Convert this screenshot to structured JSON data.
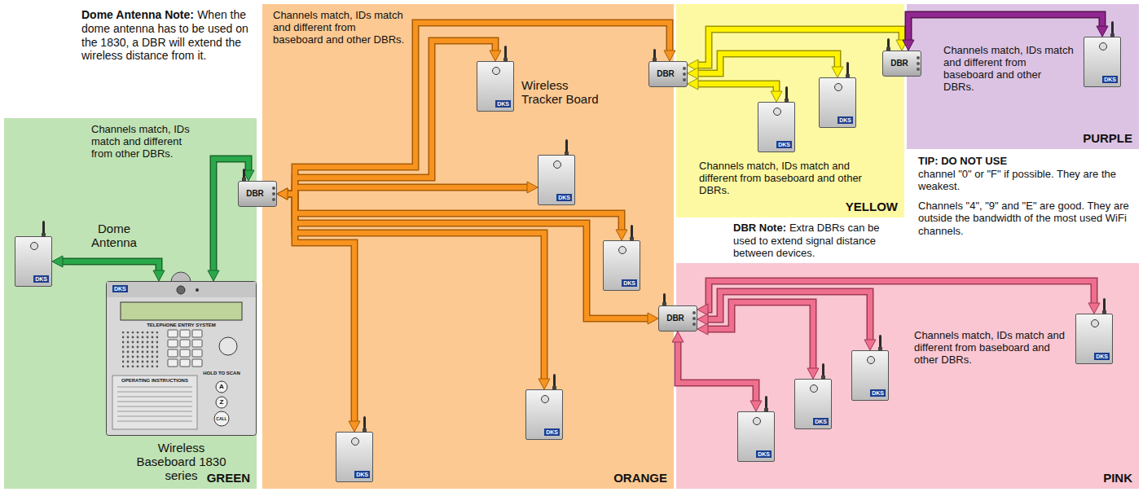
{
  "diagram": {
    "nodes": [
      {
        "text": [
          "Channels match, IDs match and different from other DBRs.",
          "GREEN"
        ]
      },
      {
        "text": [
          "Channels match, IDs match and different from baseboard and other DBRs.",
          "ORANGE"
        ]
      },
      {
        "text": [
          "Channels match, IDs match and different from baseboard and other DBRs.",
          "YELLOW"
        ]
      },
      {
        "text": [
          "Channels match, IDs match and different from baseboard and other DBRs.",
          "PURPLE"
        ]
      },
      {
        "text": [
          "Channels match, IDs match and different from baseboard and other DBRs.",
          "PINK"
        ]
      },
      {
        "text": [
          "DKS"
        ],
        "in": 0
      },
      {
        "text": [
          "DKS",
          "TELEPHONE ENTRY SYSTEM",
          "OPERATING INSTRUCTIONS",
          "HOLD TO SCAN",
          "A",
          "Z",
          "CALL",
          "Wireless Baseboard 1830 series"
        ],
        "in": 0
      },
      {
        "text": [
          "DBR"
        ],
        "in": 0
      },
      {
        "text": [
          "DKS",
          "Wireless Tracker Board"
        ],
        "in": 1
      },
      {
        "text": [
          "DKS"
        ],
        "in": 1
      },
      {
        "text": [
          "DKS"
        ],
        "in": 1
      },
      {
        "text": [
          "DKS"
        ],
        "in": 1
      },
      {
        "text": [
          "DKS"
        ],
        "in": 1
      },
      {
        "text": [
          "DBR"
        ],
        "in": 2
      },
      {
        "text": [
          "DKS"
        ],
        "in": 2
      },
      {
        "text": [
          "DKS"
        ],
        "in": 2
      },
      {
        "text": [
          "DBR"
        ],
        "in": 2
      },
      {
        "text": [
          "DKS"
        ],
        "in": 3
      },
      {
        "text": [
          "DBR"
        ],
        "in": 4
      },
      {
        "text": [
          "DKS"
        ],
        "in": 4
      },
      {
        "text": [
          "DKS"
        ],
        "in": 4
      },
      {
        "text": [
          "DKS"
        ],
        "in": 4
      },
      {
        "text": [
          "DKS"
        ],
        "in": 4
      }
    ],
    "edges": [
      {
        "from": 5,
        "to": 6,
        "arrow": "both",
        "label": "Dome Antenna"
      },
      {
        "from": 6,
        "to": 7,
        "arrow": "both"
      },
      {
        "from": 7,
        "to": 13,
        "arrow": "both"
      },
      {
        "from": 7,
        "to": 8,
        "arrow": "both"
      },
      {
        "from": 7,
        "to": 9,
        "arrow": "both"
      },
      {
        "from": 7,
        "to": 10,
        "arrow": "both"
      },
      {
        "from": 7,
        "to": 18,
        "arrow": "both"
      },
      {
        "from": 7,
        "to": 11,
        "arrow": "both"
      },
      {
        "from": 7,
        "to": 12,
        "arrow": "both"
      },
      {
        "from": 13,
        "to": 16,
        "arrow": "both"
      },
      {
        "from": 13,
        "to": 15,
        "arrow": "both"
      },
      {
        "from": 13,
        "to": 14,
        "arrow": "both"
      },
      {
        "from": 16,
        "to": 17,
        "arrow": "both"
      },
      {
        "from": 18,
        "to": 19,
        "arrow": "both"
      },
      {
        "from": 18,
        "to": 20,
        "arrow": "both"
      },
      {
        "from": 18,
        "to": 21,
        "arrow": "both"
      },
      {
        "from": 18,
        "to": 22,
        "arrow": "both"
      }
    ],
    "labels": [
      "Dome Antenna Note:",
      "When the dome antenna has to be used on the 1830, a DBR will extend the wireless distance from it.",
      "TIP: DO NOT USE",
      "channel \"0\" or \"F\" if possible. They are the weakest.",
      "Channels \"4\", \"9\" and \"E\" are good. They are outside the bandwidth of the most used WiFi channels.",
      "DBR Note:",
      "Extra DBRs can be used to extend signal distance between devices."
    ]
  }
}
